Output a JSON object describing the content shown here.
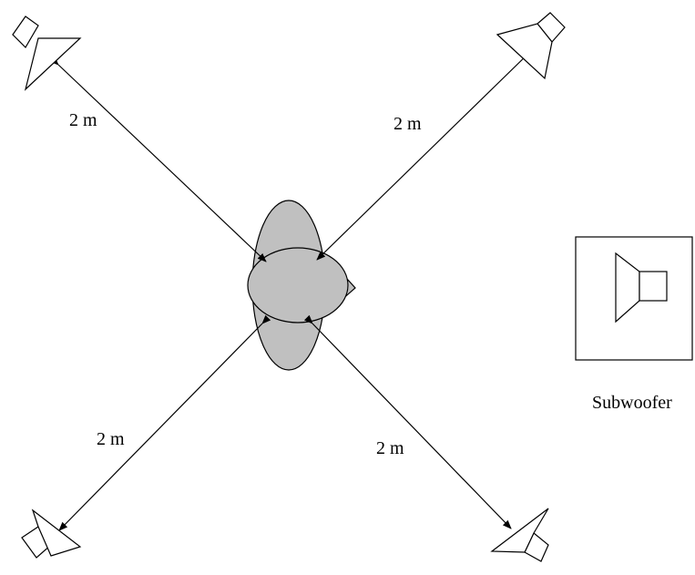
{
  "labels": {
    "distance_top_left": "2 m",
    "distance_top_right": "2 m",
    "distance_bottom_left": "2 m",
    "distance_bottom_right": "2 m",
    "subwoofer": "Subwoofer"
  },
  "colors": {
    "listener_fill": "#c0c0c0",
    "line": "#000000",
    "background": "#ffffff"
  },
  "icons": {
    "speaker": "speaker-icon",
    "listener": "listener-head-icon",
    "subwoofer": "subwoofer-icon"
  }
}
